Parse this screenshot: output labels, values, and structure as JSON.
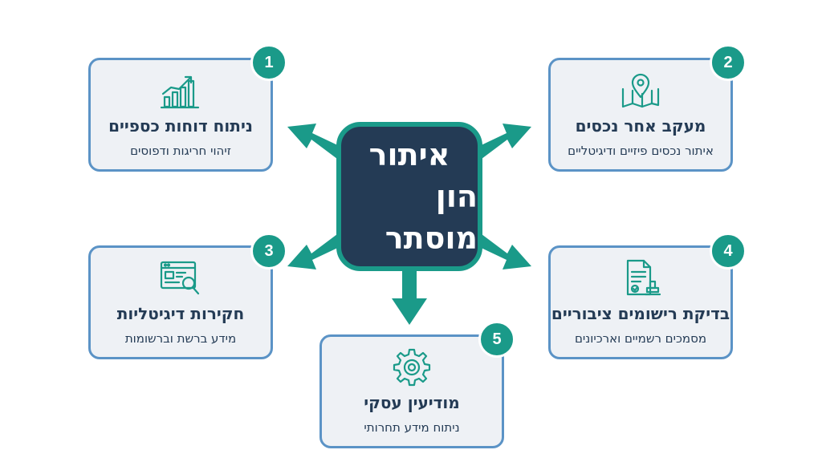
{
  "center": {
    "line1": "איתור",
    "line2": "הון מוסתר"
  },
  "colors": {
    "accent": "#1a9a89",
    "navy": "#243b55",
    "card_border": "#5b93c6",
    "card_bg": "#eef1f5"
  },
  "cards": [
    {
      "number": "1",
      "title": "ניתוח דוחות כספיים",
      "subtitle": "זיהוי חריגות ודפוסים",
      "icon": "bar-chart-trend-icon"
    },
    {
      "number": "2",
      "title": "מעקב אחר נכסים",
      "subtitle": "איתור נכסים פיזיים ודיגיטליים",
      "icon": "map-pin-icon"
    },
    {
      "number": "3",
      "title": "חקירות דיגיטליות",
      "subtitle": "מידע ברשת וברשומות",
      "icon": "web-search-icon"
    },
    {
      "number": "4",
      "title": "בדיקת רישומים ציבוריים",
      "subtitle": "מסמכים רשמיים וארכיונים",
      "icon": "document-stamp-icon"
    },
    {
      "number": "5",
      "title": "מודיעין עסקי",
      "subtitle": "ניתוח מידע תחרותי",
      "icon": "gear-icon"
    }
  ]
}
